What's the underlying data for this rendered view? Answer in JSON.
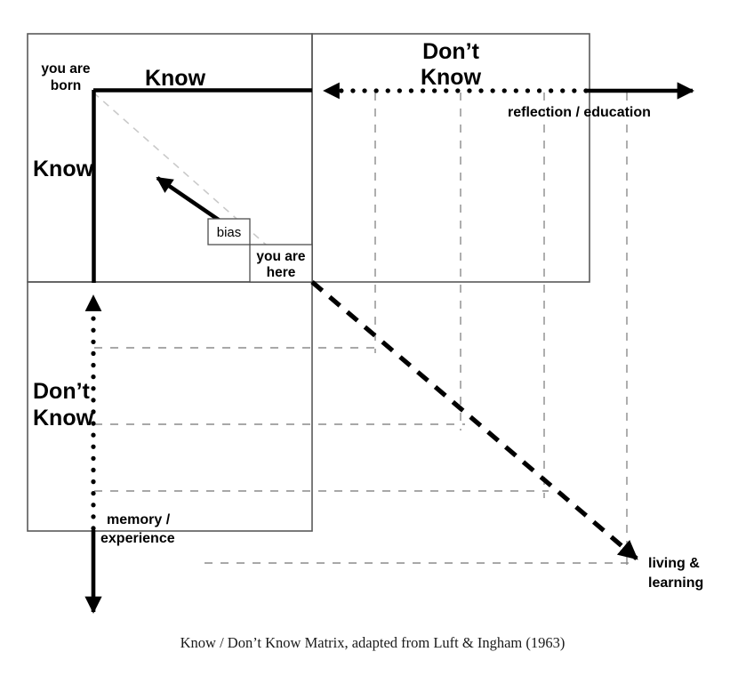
{
  "figure": {
    "title_caption": "Know / Don’t Know Matrix, adapted from Luft & Ingham (1963)",
    "colors": {
      "ink": "#000000",
      "box_stroke": "#595959",
      "grid_dash": "#8c8c8c",
      "bias_guide": "#c9c9c9",
      "background": "#ffffff"
    }
  },
  "quadrants": {
    "top_left": {
      "name": "know-know",
      "column_label": "Know",
      "row_label": "Know"
    },
    "top_right": {
      "name": "dont-know-know",
      "label_line1": "Don’t",
      "label_line2": "Know"
    },
    "bottom_left": {
      "name": "know-dont-know",
      "label_line1": "Don’t",
      "label_line2": "Know"
    }
  },
  "annotations": {
    "you_are_born_line1": "you are",
    "you_are_born_line2": "born",
    "you_are_here_line1": "you are",
    "you_are_here_line2": "here",
    "bias": "bias"
  },
  "axes": {
    "horizontal_label": "reflection / education",
    "vertical_label_line1": "memory /",
    "vertical_label_line2": "experience",
    "diagonal_label_line1": "living &",
    "diagonal_label_line2": "learning"
  },
  "chart_data": {
    "type": "matrix",
    "title": "Know / Don’t Know Matrix, adapted from Luft & Ingham (1963)",
    "axes": {
      "x": {
        "label": "reflection / education",
        "categories": [
          "Know",
          "Don’t Know"
        ],
        "direction": "rightward"
      },
      "y": {
        "label": "memory / experience",
        "categories": [
          "Know",
          "Don’t Know"
        ],
        "direction": "downward"
      },
      "diagonal": {
        "label": "living & learning",
        "direction": "down-right"
      }
    },
    "cells": [
      {
        "row": "Know",
        "col": "Know",
        "label": "Know / Know",
        "markers": [
          "you are born",
          "bias",
          "you are here"
        ]
      },
      {
        "row": "Know",
        "col": "Don’t Know",
        "label": "Don’t Know"
      },
      {
        "row": "Don’t Know",
        "col": "Know",
        "label": "Don’t Know"
      },
      {
        "row": "Don’t Know",
        "col": "Don’t Know",
        "label": ""
      }
    ],
    "legend": [],
    "grid": true
  }
}
